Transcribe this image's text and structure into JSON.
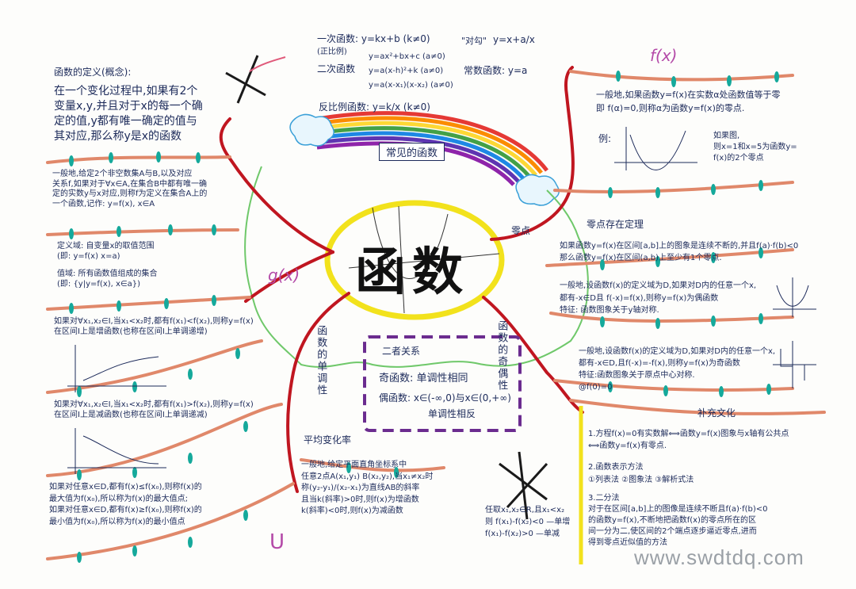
{
  "center": {
    "title": "函数"
  },
  "rainbow": {
    "label": "常见的函数"
  },
  "common_functions": {
    "linear": "一次函数: y=kx+b (k≠0)",
    "proportional": "(正比例)",
    "quadratic_label": "二次函数",
    "quadratic_forms": [
      "y=ax²+bx+c (a≠0)",
      "y=a(x-h)²+k (a≠0)",
      "y=a(x-x₁)(x-x₂) (a≠0)"
    ],
    "hook_label": "\"对勾\"",
    "hook_formula": "y=x+a/x",
    "constant": "常数函数: y=a",
    "inverse": "反比例函数: y=k/x (k≠0)"
  },
  "definition": {
    "heading": "函数的定义(概念):",
    "body": "在一个变化过程中,如果有2个\n变量x,y,并且对于x的每一个确\n定的值,y都有唯一确定的值与\n其对应,那么称y是x的函数",
    "formal": "一般地,给定2个非空数集A与B,以及对应\n关系f,如果对于∀x∈A,在集合B中都有唯一确\n定的实数y与x对应,则称f为定义在集合A上的\n一个函数,记作: y=f(x), x∈A",
    "domain": "定义域: 自变量x的取值范围\n(即: y=f(x)  x=a)",
    "range": "值域: 所有函数值组成的集合\n(即: {y|y=f(x), x∈a})"
  },
  "monotonicity": {
    "branch": "函数的单调性",
    "increasing": "如果对∀x₁,x₂∈I,当x₁<x₂时,都有f(x₁)<f(x₂),则称y=f(x)\n在区间I上是增函数(也称在区间I上单调递增)",
    "decreasing": "如果对∀x₁,x₂∈I,当x₁<x₂时,都有f(x₁)>f(x₂),则称y=f(x)\n在区间I上是减函数(也称在区间I上单调递减)",
    "extremes": "如果对任意x∈D,都有f(x)≤f(x₀),则称f(x)的\n最大值为f(x₀),所以称为f(x)的最大值点;\n如果对任意x∈D,都有f(x)≥f(x₀),则称f(x)的\n最小值为f(x₀),所以称为f(x)的最小值点"
  },
  "average_rate": {
    "heading": "平均变化率",
    "body": "一般地,给定平面直角坐标系中\n任意2点A(x₁,y₁) B(x₂,y₂),当x₁≠x₂时\n称(y₂-y₁)/(x₂-x₁)为直线AB的斜率\n且当k(斜率)>0时,则f(x)为增函数\nk(斜率)<0时,则f(x)为减函数"
  },
  "relation": {
    "heading": "二者关系",
    "odd": "奇函数: 单调性相同",
    "even": "偶函数: x∈(-∞,0)与x∈(0,+∞)",
    "even2": "单调性相反"
  },
  "monotone_test": "任取x₁,x₂∈R,且x₁<x₂\n则 f(x₁)-f(x₂)<0 —单增\n    f(x₁)-f(x₂)>0 —单减",
  "zeros": {
    "branch": "零点",
    "body": "一般地,如果函数y=f(x)在实数α处函数值等于零\n即 f(α)=0,则称α为函数y=f(x)的零点.",
    "example_label": "例:",
    "example": "如果图,\n则x=1和x=5为函数y=\nf(x)的2个零点",
    "theorem_heading": "零点存在定理",
    "theorem": "如果函数y=f(x)在区间[a,b]上的图象是连续不断的,并且f(a)·f(b)<0\n那么函数y=f(x)在区间(a,b)上至少有1个零点."
  },
  "parity": {
    "branch": "函数的奇偶性",
    "even": "一般地,设函数f(x)的定义域为D,如果对D内的任意一个x,\n都有-x∈D且 f(-x)=f(x),则称y=f(x)为偶函数\n特征: 函数图象关于y轴对称.",
    "odd": "一般地,设函数f(x)的定义域为D,如果对D内的任意一个x,\n都有-x∈D,且f(-x)=-f(x),则称y=f(x)为奇函数\n特征:函数图象关于原点中心对称.\n@f(0)=0"
  },
  "supplement": {
    "heading": "补充文化",
    "item1": "1.方程f(x)=0有实数解⟺函数y=f(x)图象与x轴有公共点\n⟺函数y=f(x)有零点.",
    "item2": "2.函数表示方法\n①列表法   ②图象法   ③解析式法",
    "item3": "3.二分法\n对于在区间[a,b]上的图像是连续不断且f(a)·f(b)<0\n的函数y=f(x),不断地把函数f(x)的零点所在的区\n间一分为二,使区间的2个端点逐步逼近零点,进而\n得到零点近似值的方法"
  },
  "decorations": {
    "fx_label": "f(x)",
    "gx_label": "g(x)",
    "u_label": "U"
  },
  "watermark": "www.swdtdq.com",
  "colors": {
    "branch_red": "#c01620",
    "ring_yellow": "#f2e21c",
    "leaf_green": "#2fb05a",
    "branch_orange": "#e0886a",
    "leaf_teal": "#15a99b",
    "ink": "#1c2a5a",
    "purple": "#6b2c8f"
  }
}
